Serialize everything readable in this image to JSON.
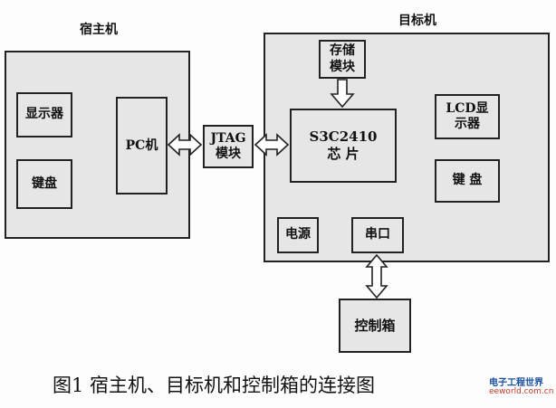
{
  "host": {
    "title": "宿主机",
    "display_label": "显示器",
    "keyboard_label": "键盘",
    "pc_label": "PC机"
  },
  "jtag": {
    "label_line1": "JTAG",
    "label_line2": "模块"
  },
  "target": {
    "title": "目标机",
    "storage_line1": "存储",
    "storage_line2": "模块",
    "cpu_line1": "S3C2410",
    "cpu_line2": "芯 片",
    "lcd_line1": "LCD显",
    "lcd_line2": "示器",
    "keyboard_label": "键 盘",
    "power_label": "电源",
    "serial_label": "串口"
  },
  "control_box_label": "控制箱",
  "caption": "图1  宿主机、目标机和控制箱的连接图",
  "watermark": {
    "line1": "电子工程世界",
    "line2": "eeworld.com.cn"
  }
}
